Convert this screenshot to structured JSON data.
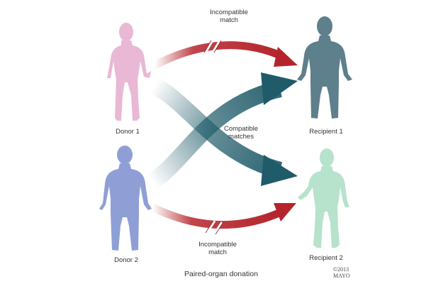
{
  "labels": {
    "donor1": "Donor 1",
    "donor2": "Donor 2",
    "recipient1": "Recipient 1",
    "recipient2": "Recipient 2",
    "incompatible_top": "Incompatible\nmatch",
    "incompatible_bottom": "Incompatible\nmatch",
    "compatible": "Compatible\nmatches"
  },
  "caption": "Paired-organ donation",
  "copyright": {
    "line1": "©2013",
    "line2": "MAYO"
  },
  "colors": {
    "donor1": "#e8b8d4",
    "donor2": "#8f9fd6",
    "recipient1": "#5e7f8c",
    "recipient2": "#b7e2cc",
    "incompatible_arrow": "#b5242c",
    "compatible_arrow": "#1f5b69"
  }
}
